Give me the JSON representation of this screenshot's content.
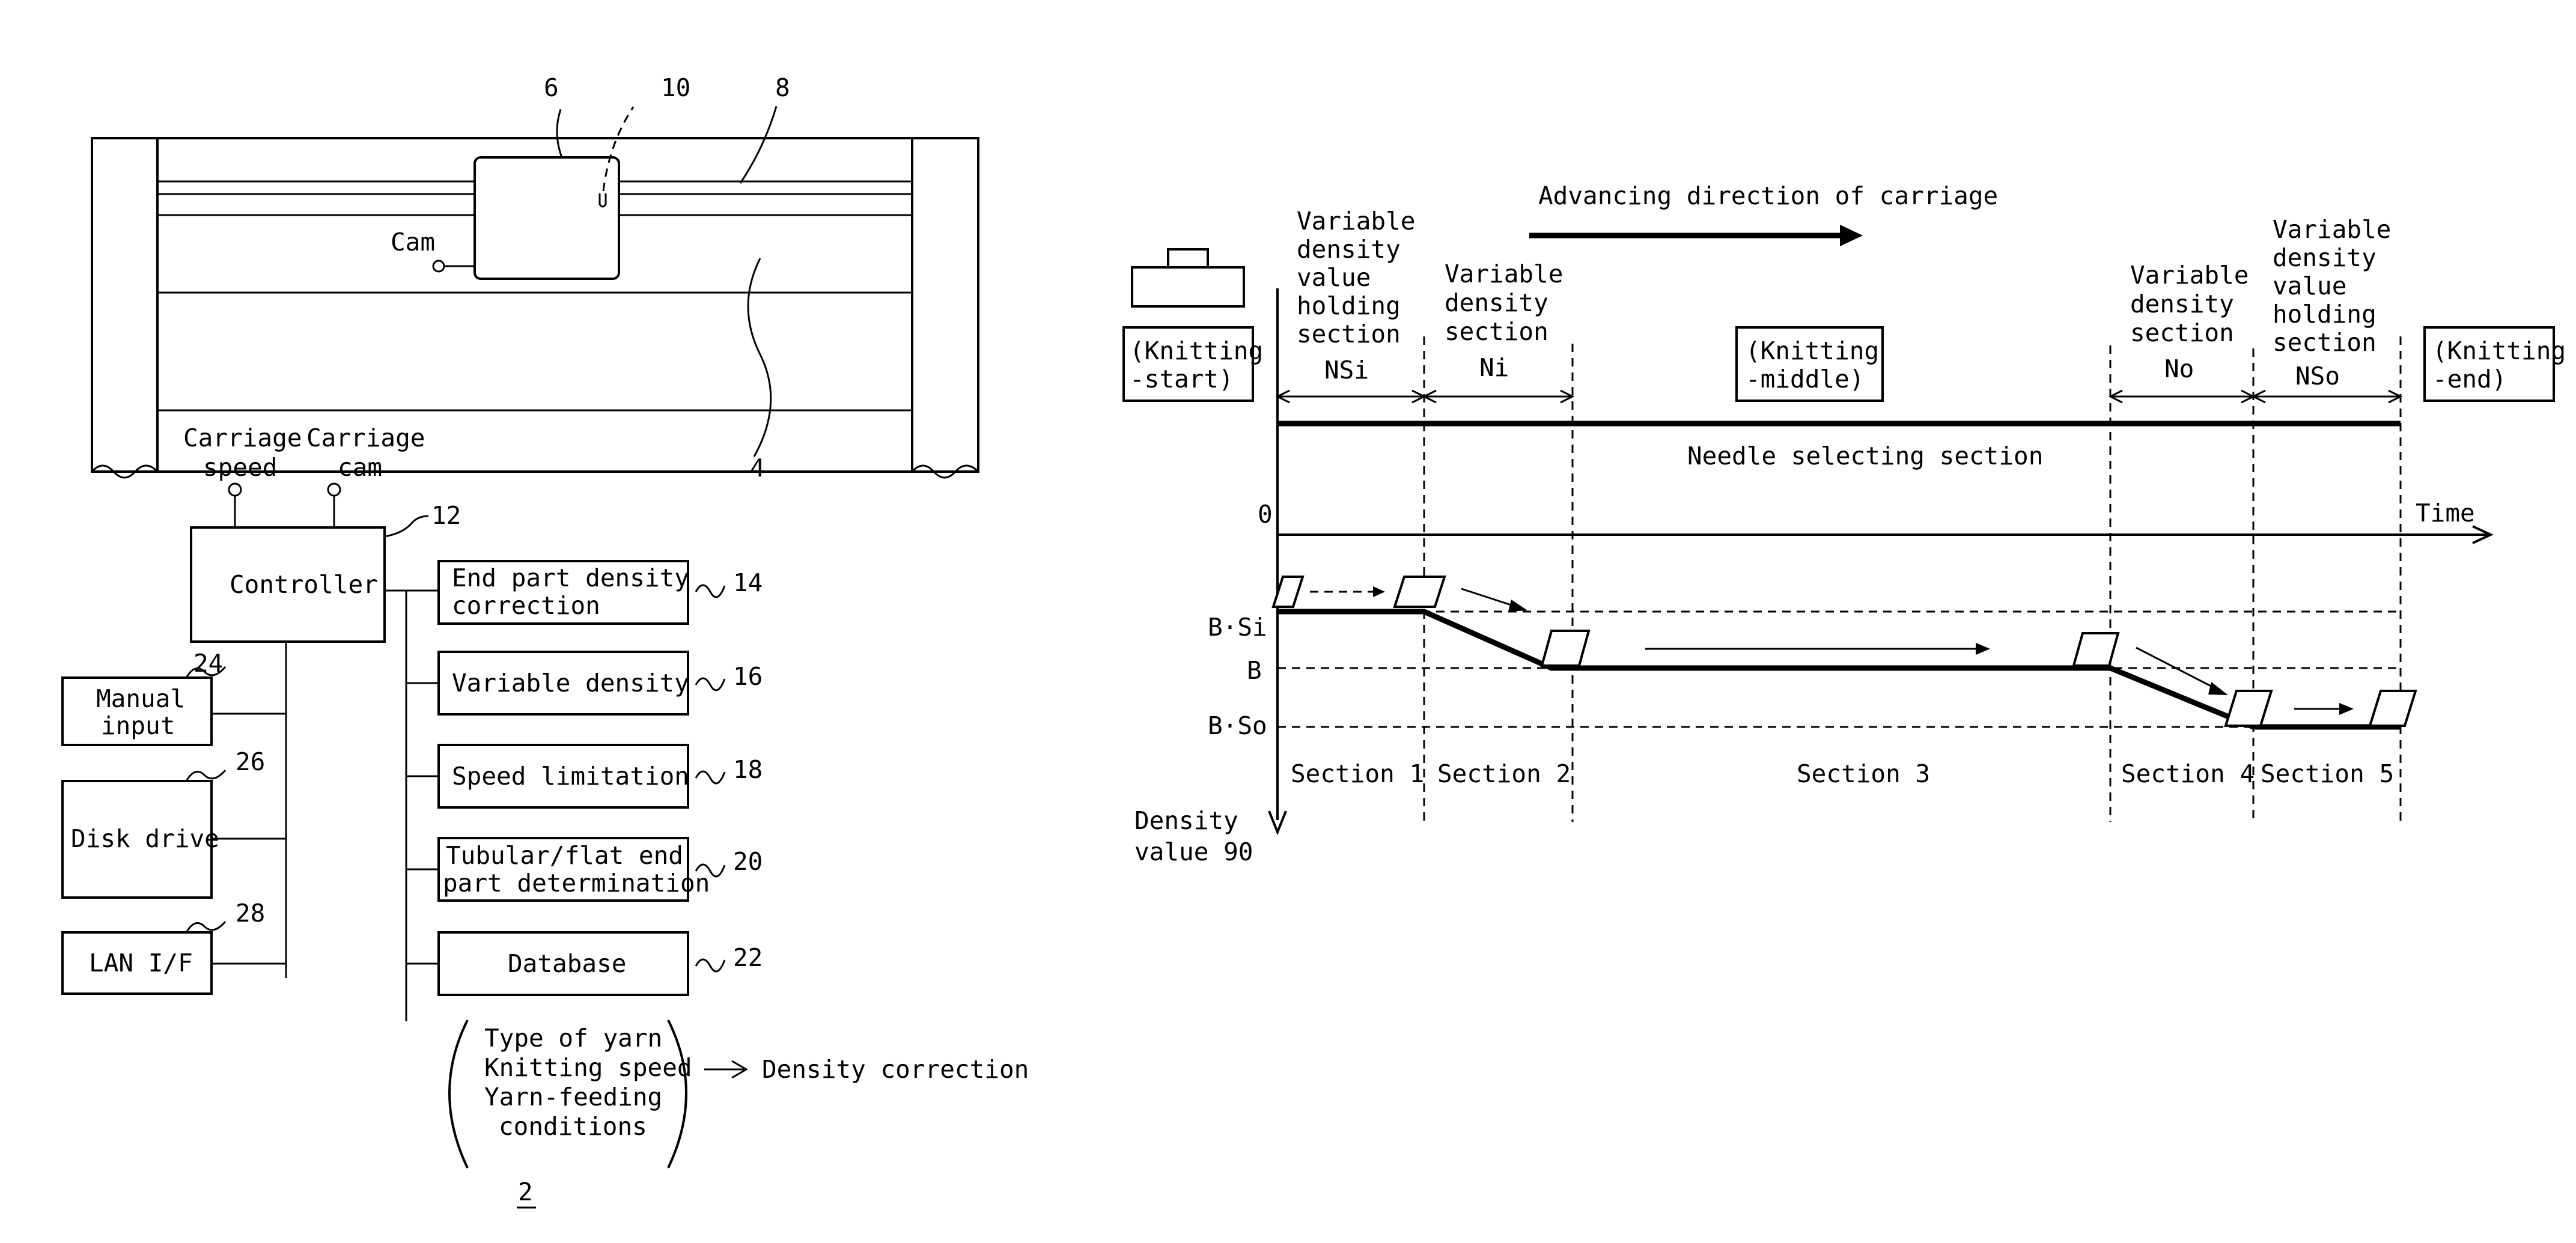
{
  "left_figure": {
    "figure_number": "2",
    "refs": {
      "machine_bed": "4",
      "carriage": "6",
      "rail": "8",
      "cam_mark": "10",
      "controller": "12",
      "end_part": "14",
      "variable_density": "16",
      "speed_limitation": "18",
      "tubular_flat": "20",
      "database": "22",
      "manual_input": "24",
      "disk_drive": "26",
      "lan": "28"
    },
    "labels": {
      "cam": "Cam",
      "carriage_speed_line1": "Carriage",
      "carriage_speed_line2": "speed",
      "carriage_cam_line1": "Carriage",
      "carriage_cam_line2": "cam",
      "controller": "Controller",
      "end_part_line1": "End part density",
      "end_part_line2": "correction",
      "variable_density": "Variable density",
      "speed_limitation": "Speed limitation",
      "tubular_line1": "Tubular/flat end",
      "tubular_line2": "part determination",
      "database": "Database",
      "manual_line1": "Manual",
      "manual_line2": "input",
      "disk_drive": "Disk drive",
      "lan": "LAN I/F",
      "db_item1": "Type of yarn",
      "db_item2": "Knitting speed",
      "db_item3": "Yarn-feeding",
      "db_item4": "conditions",
      "density_correction": "Density correction"
    }
  },
  "right_figure": {
    "advancing_direction": "Advancing direction of carriage",
    "knitting_start_line1": "(Knitting",
    "knitting_start_line2": "-start)",
    "knitting_middle_line1": "(Knitting",
    "knitting_middle_line2": "-middle)",
    "knitting_end_line1": "(Knitting",
    "knitting_end_line2": "-end)",
    "nsi_lines": [
      "Variable",
      "density",
      "value",
      "holding",
      "section",
      "NSi"
    ],
    "ni_lines": [
      "Variable",
      "density",
      "section",
      "Ni"
    ],
    "no_lines": [
      "Variable",
      "density",
      "section",
      "No"
    ],
    "nso_lines": [
      "Variable",
      "density",
      "value",
      "holding",
      "section",
      "NSo"
    ],
    "needle_selecting": "Needle selecting section",
    "zero": "0",
    "time": "Time",
    "b_si": "B·Si",
    "b": "B",
    "b_so": "B·So",
    "sections": [
      "Section 1",
      "Section 2",
      "Section 3",
      "Section 4",
      "Section 5"
    ],
    "density_line1": "Density",
    "density_line2": "value 90"
  }
}
